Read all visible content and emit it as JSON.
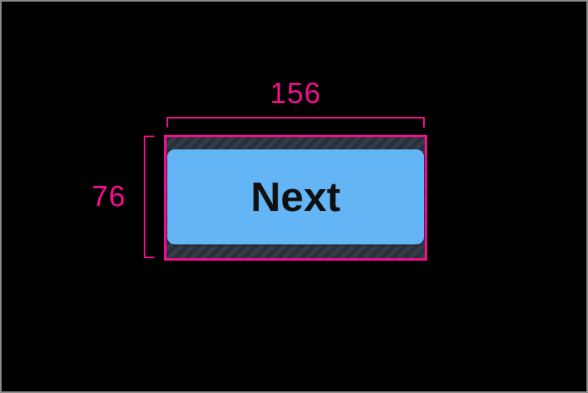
{
  "window": {
    "background": "#000000",
    "frame_border_color": "#8a8a8a"
  },
  "inspector": {
    "accent_color": "#f50d90",
    "width_label": "156",
    "height_label": "76"
  },
  "widget": {
    "button_label": "Next",
    "button_fill": "#64b5f6",
    "button_text_color": "#101010",
    "padding_hatch_base": "#343d47",
    "padding_hatch_stripe": "#29303a"
  }
}
